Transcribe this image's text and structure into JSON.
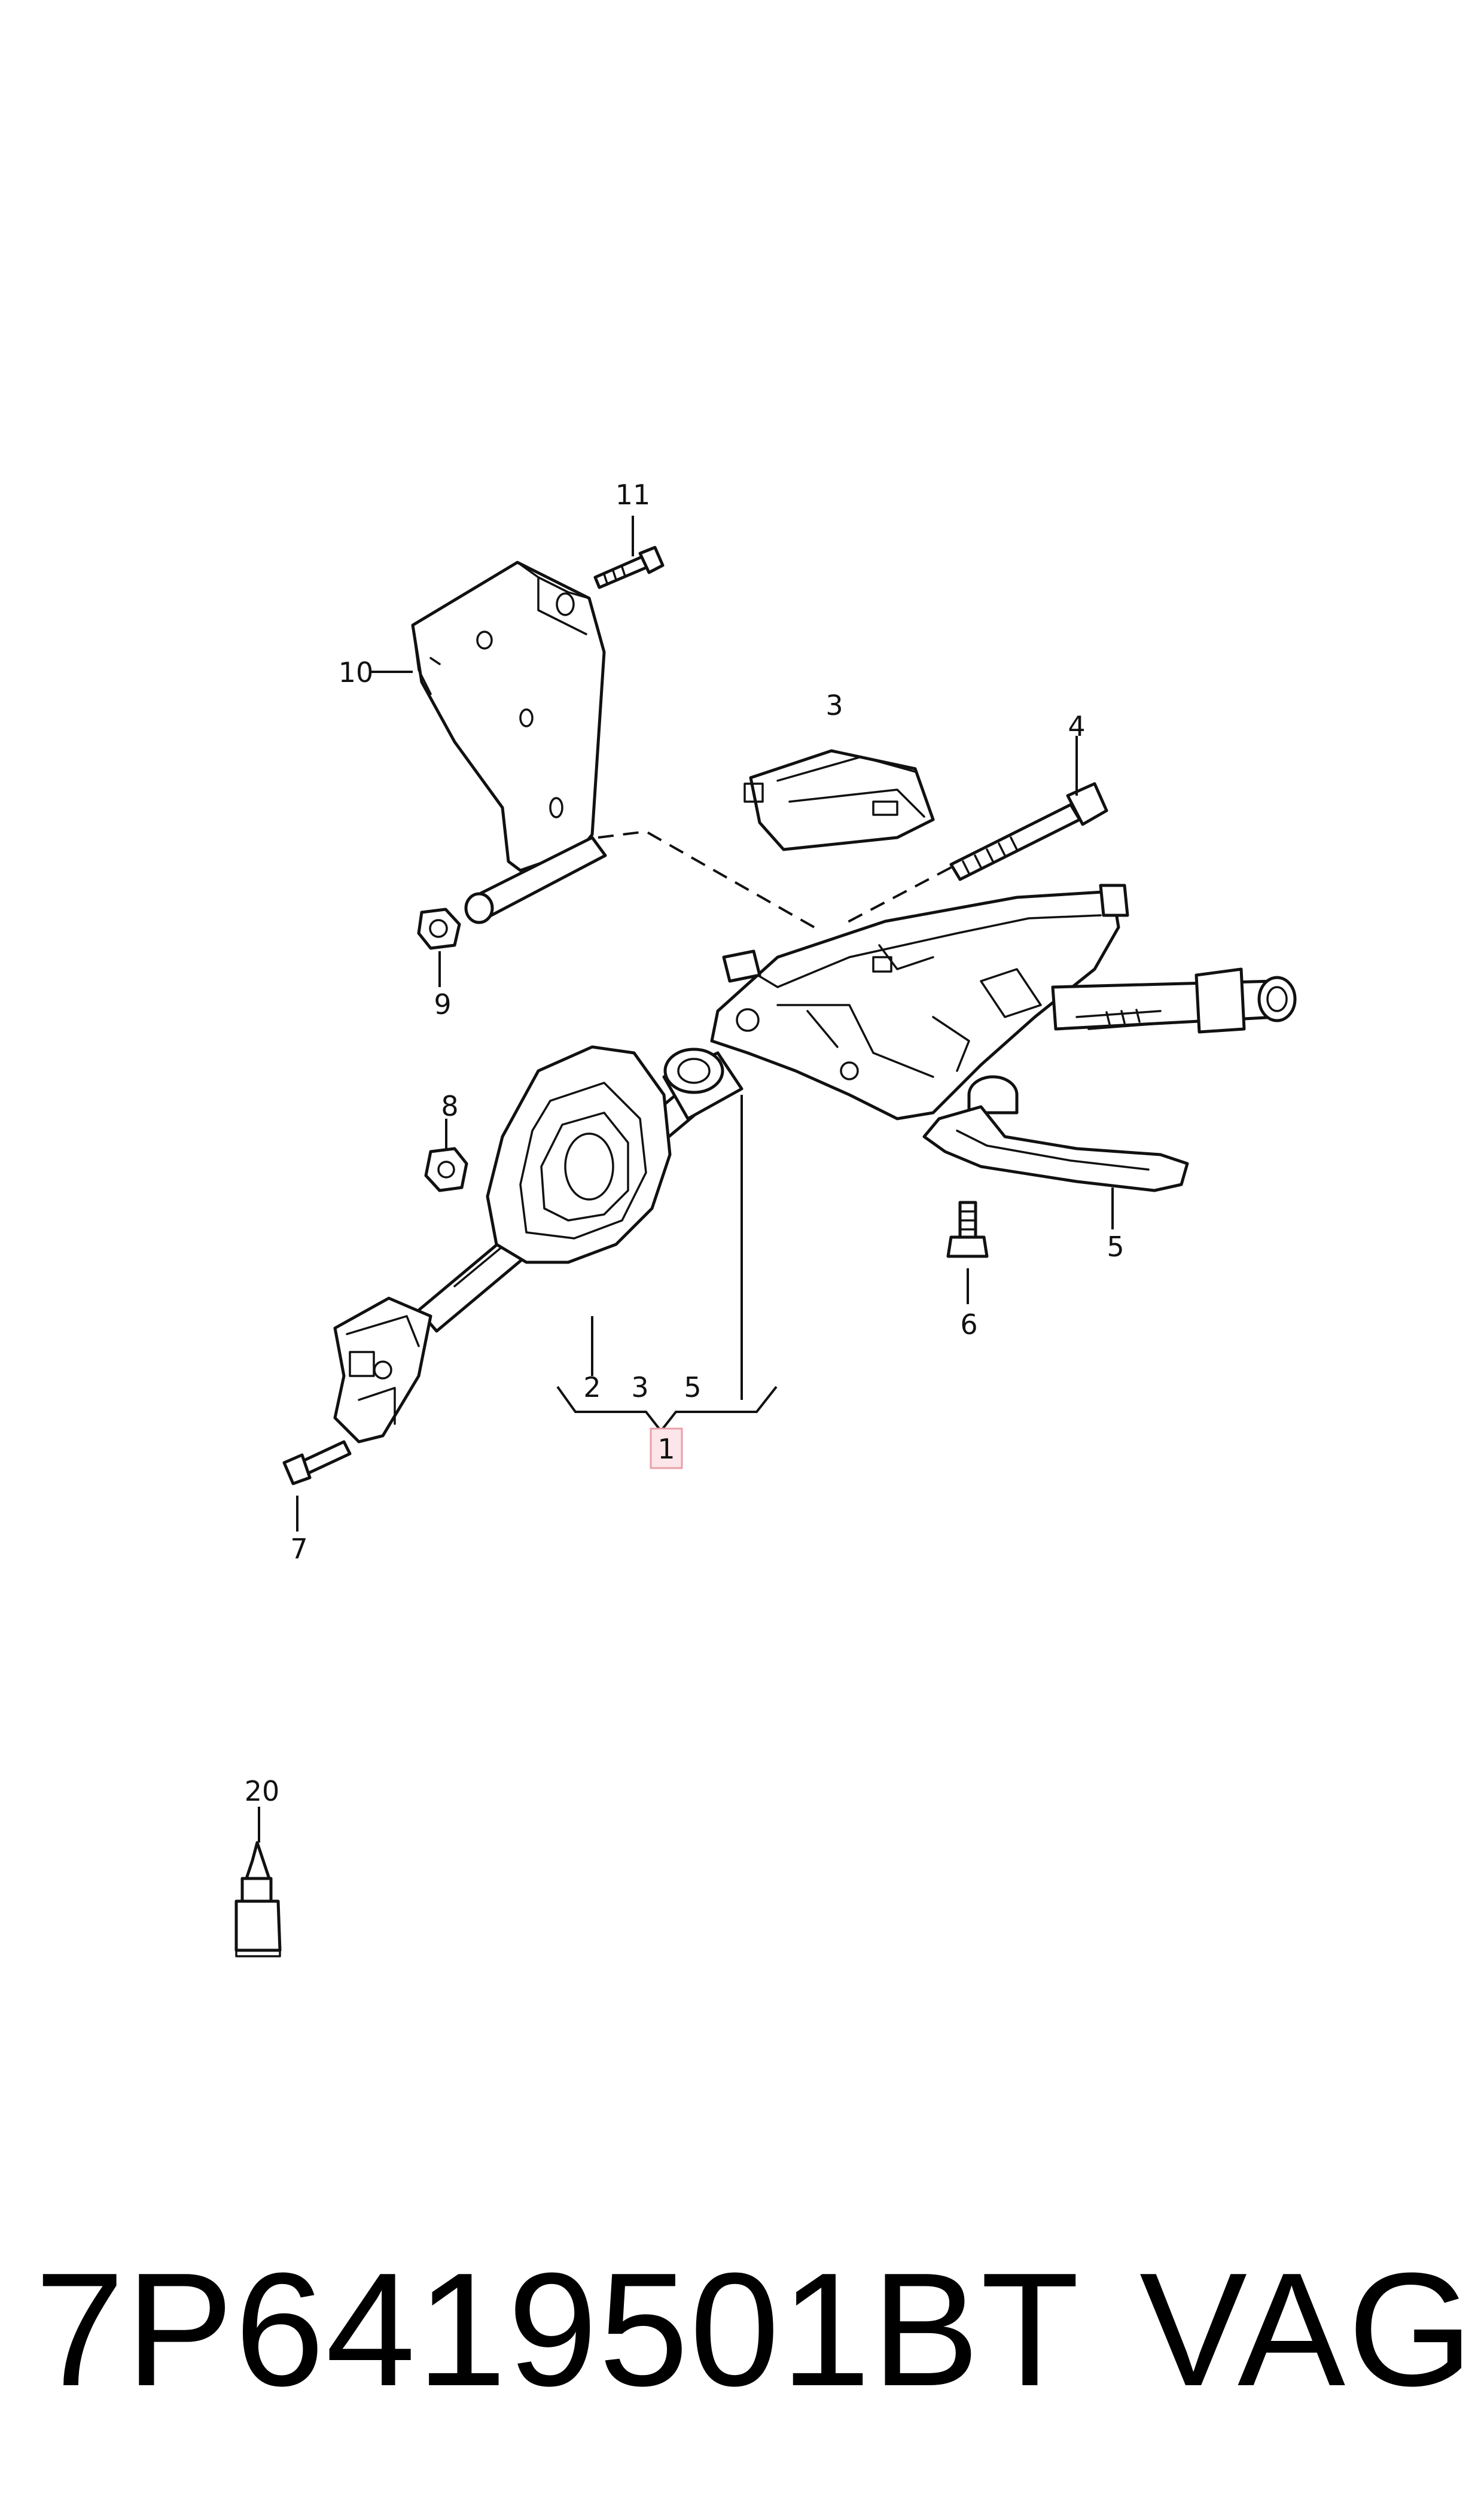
{
  "callouts": {
    "c11": "11",
    "c10": "10",
    "c3_top": "3",
    "c4": "4",
    "c9": "9",
    "c8": "8",
    "c2": "2",
    "c3_group": "3",
    "c5_group": "5",
    "c5": "5",
    "c6": "6",
    "c1": "1",
    "c7": "7",
    "c20": "20"
  },
  "highlight_color": "#e8a0a8",
  "footer": {
    "part_number": "7P6419501BT",
    "brand": "VAG"
  }
}
